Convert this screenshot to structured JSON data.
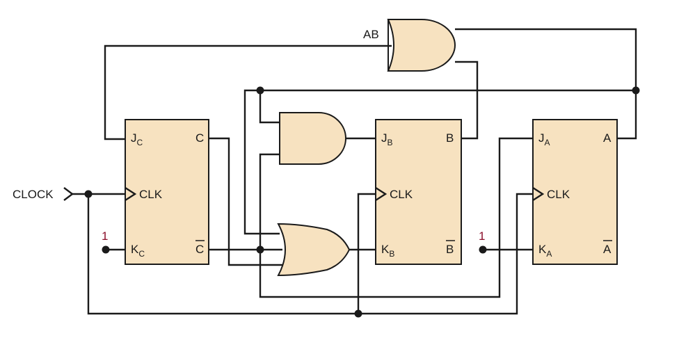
{
  "colors": {
    "box_fill": "#f7e2c0",
    "line": "#1a1a1a",
    "logic_one": "#8b0e2a"
  },
  "clock_label": "CLOCK",
  "gates": {
    "and_top_label": "AB"
  },
  "flip_flops": [
    {
      "id": "C",
      "j_label": "J",
      "j_sub": "C",
      "clk_label": "CLK",
      "k_label": "K",
      "k_sub": "C",
      "q_label": "C",
      "qbar_label": "C"
    },
    {
      "id": "B",
      "j_label": "J",
      "j_sub": "B",
      "clk_label": "CLK",
      "k_label": "K",
      "k_sub": "B",
      "q_label": "B",
      "qbar_label": "B"
    },
    {
      "id": "A",
      "j_label": "J",
      "j_sub": "A",
      "clk_label": "CLK",
      "k_label": "K",
      "k_sub": "A",
      "q_label": "A",
      "qbar_label": "A"
    }
  ],
  "logic_one_labels": [
    "1",
    "1"
  ]
}
